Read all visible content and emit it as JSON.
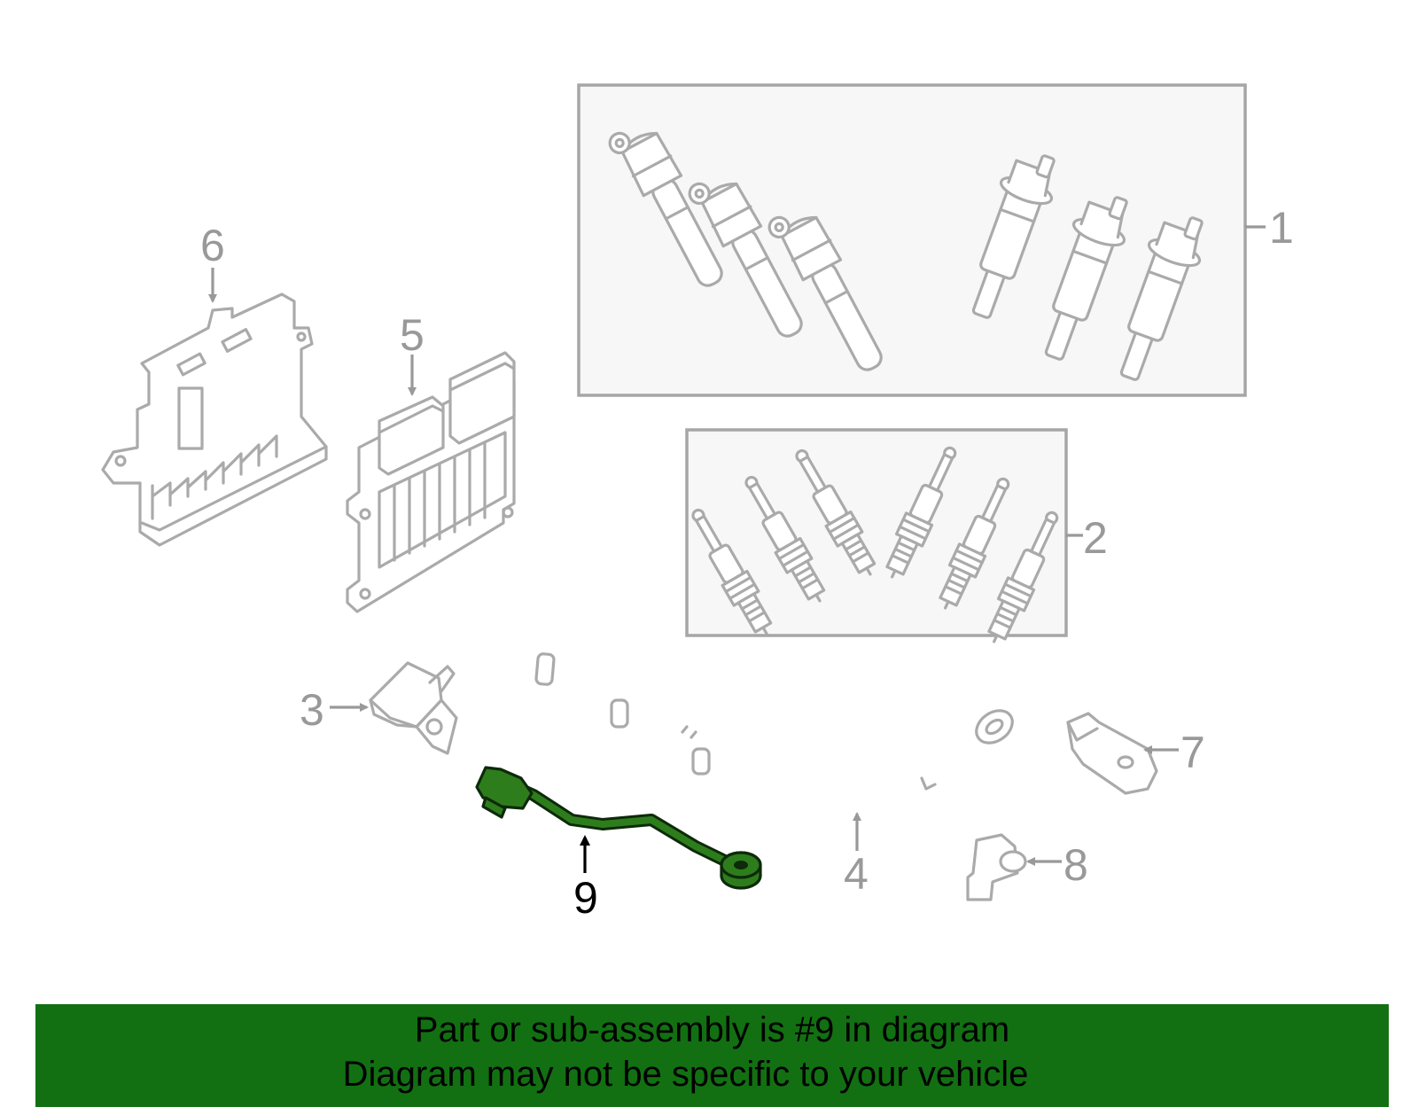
{
  "callouts": {
    "c1": "1",
    "c2": "2",
    "c3": "3",
    "c4": "4",
    "c5": "5",
    "c6": "6",
    "c7": "7",
    "c8": "8",
    "c9": "9"
  },
  "highlight_color": "#2e7d1c",
  "footer": {
    "background": "#127012",
    "line1": "Part or sub-assembly is #9 in diagram",
    "line2": "Diagram may not be specific to your vehicle"
  }
}
